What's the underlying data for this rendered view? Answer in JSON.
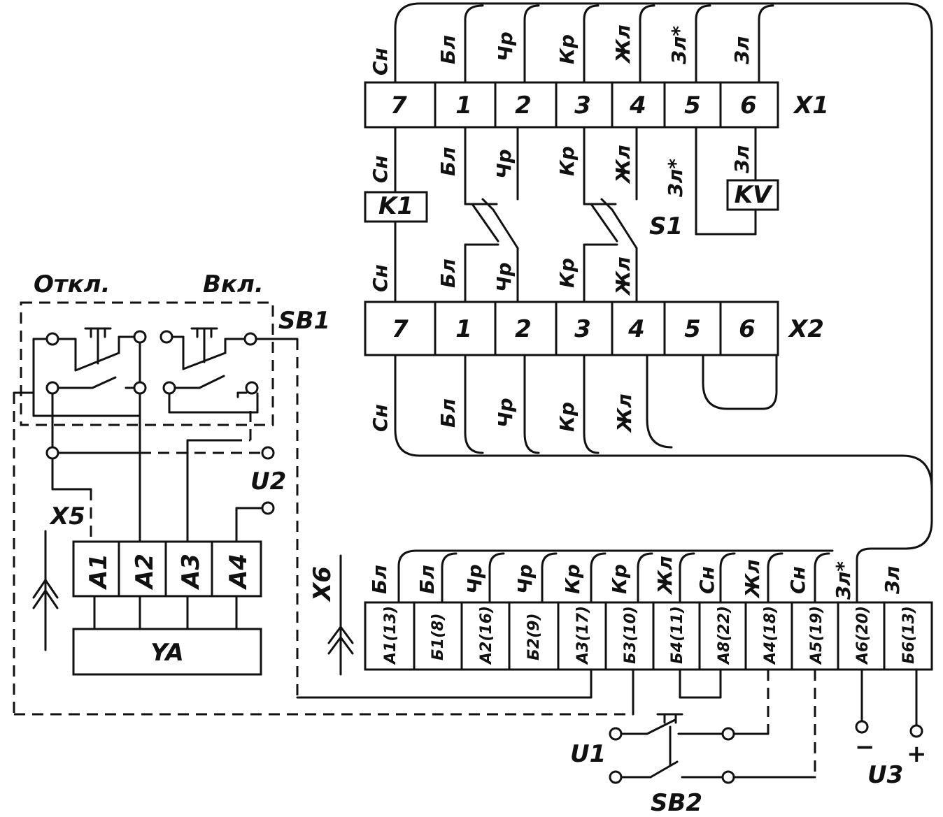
{
  "x1": {
    "label": "X1",
    "cells": [
      "7",
      "1",
      "2",
      "3",
      "4",
      "5",
      "6"
    ],
    "wires_top": [
      "Сн",
      "Бл",
      "Чр",
      "Кр",
      "Жл",
      "Зл*",
      "Зл"
    ],
    "wires_bottom": [
      "Сн",
      "Бл",
      "Чр",
      "Кр",
      "Жл",
      "Зл*",
      "Зл"
    ]
  },
  "x2": {
    "label": "X2",
    "cells": [
      "7",
      "1",
      "2",
      "3",
      "4",
      "5",
      "6"
    ],
    "wires_top": [
      "Сн",
      "Бл",
      "Чр",
      "Кр",
      "Жл"
    ],
    "wires_bottom": [
      "Сн",
      "Бл",
      "Чр",
      "Кр",
      "Жл"
    ]
  },
  "x6": {
    "label": "X6",
    "cells": [
      "А1(13)",
      "Б1(8)",
      "А2(16)",
      "Б2(9)",
      "А3(17)",
      "Б3(10)",
      "Б4(11)",
      "А8(22)",
      "А4(18)",
      "А5(19)",
      "А6(20)",
      "Б6(13)"
    ],
    "wires": [
      "Бл",
      "Бл",
      "Чр",
      "Чр",
      "Кр",
      "Кр",
      "Жл",
      "Сн",
      "Жл",
      "Сн",
      "Зл*",
      "Зл"
    ]
  },
  "x5": {
    "label": "X5"
  },
  "ya": {
    "label": "YA",
    "pins": [
      "А1",
      "А2",
      "А3",
      "А4"
    ]
  },
  "relays": {
    "k1": "K1",
    "kv": "KV",
    "s1": "S1"
  },
  "sb1": {
    "label": "SB1",
    "off": "Откл.",
    "on": "Вкл."
  },
  "sb2": {
    "label": "SB2"
  },
  "supplies": {
    "u1": "U1",
    "u2": "U2",
    "u3": "U3",
    "minus": "−",
    "plus": "+"
  }
}
